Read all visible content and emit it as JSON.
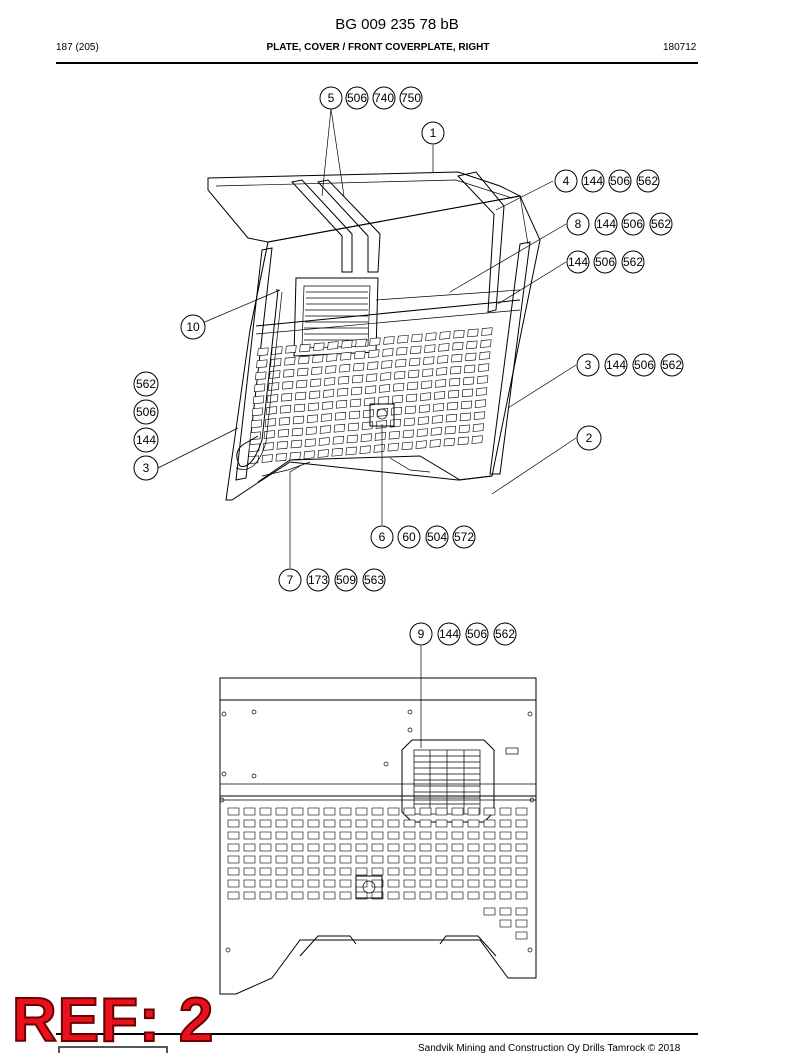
{
  "header": {
    "document_number": "BG 009 235 78 bB",
    "page_count": "187 (205)",
    "title": "PLATE, COVER / FRONT COVERPLATE, RIGHT",
    "date_code": "180712"
  },
  "upper_view": {
    "callout_groups": [
      {
        "id": "g5",
        "items": [
          "5",
          "506",
          "740",
          "750"
        ]
      },
      {
        "id": "g1",
        "items": [
          "1"
        ]
      },
      {
        "id": "g4",
        "items": [
          "4",
          "144",
          "506",
          "562"
        ]
      },
      {
        "id": "g8",
        "items": [
          "8",
          "144",
          "506",
          "562"
        ]
      },
      {
        "id": "g144",
        "items": [
          "144",
          "506",
          "562"
        ]
      },
      {
        "id": "g10",
        "items": [
          "10"
        ]
      },
      {
        "id": "g3r",
        "items": [
          "3",
          "144",
          "506",
          "562"
        ]
      },
      {
        "id": "g3l",
        "items": [
          "562",
          "506",
          "144",
          "3"
        ]
      },
      {
        "id": "g2",
        "items": [
          "2"
        ]
      },
      {
        "id": "g6",
        "items": [
          "6",
          "60",
          "504",
          "572"
        ]
      },
      {
        "id": "g7",
        "items": [
          "7",
          "173",
          "509",
          "563"
        ]
      }
    ]
  },
  "lower_view": {
    "callout_groups": [
      {
        "id": "g9",
        "items": [
          "9",
          "144",
          "506",
          "562"
        ]
      }
    ]
  },
  "stamp": {
    "text": "REF: 2",
    "color": "#e8121f"
  },
  "footer": {
    "copyright": "Sandvik Mining and Construction Oy Drills Tamrock © 2018"
  }
}
